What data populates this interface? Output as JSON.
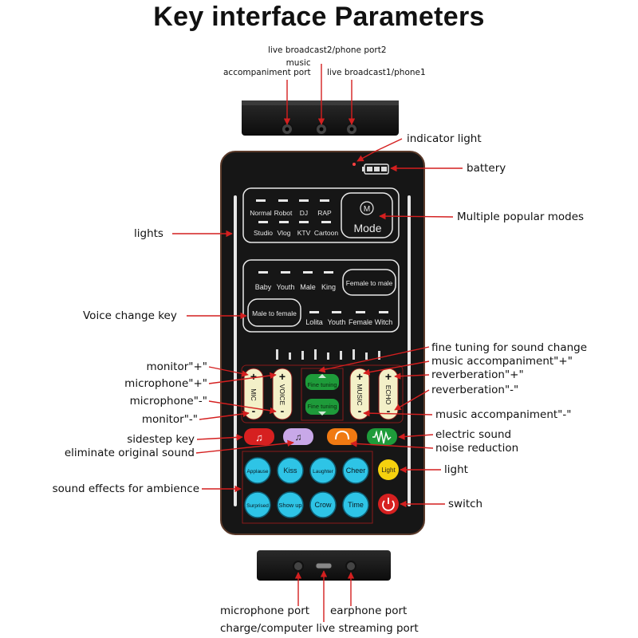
{
  "title": "Key interface Parameters",
  "top_ports": {
    "music": "music\naccompaniment port",
    "live2": "live broadcast2/phone port2",
    "live1": "live broadcast1/phone1"
  },
  "labels": {
    "indicator_light": "indicator light",
    "battery": "battery",
    "modes": "Multiple popular modes",
    "lights": "lights",
    "voice_change_key": "Voice change key",
    "fine_tuning_label": "fine tuning for sound change",
    "music_plus": "music accompaniment\"+\"",
    "reverb_plus": "reverberation\"+\"",
    "reverb_minus": "reverberation\"-\"",
    "music_minus": "music accompaniment\"-\"",
    "monitor_plus": "monitor\"+\"",
    "mic_plus": "microphone\"+\"",
    "mic_minus": "microphone\"-\"",
    "monitor_minus": "monitor\"-\"",
    "sidestep": "sidestep key",
    "eliminate": "eliminate original sound",
    "electric": "electric sound",
    "noise": "noise reduction",
    "light": "light",
    "ambience": "sound effects for ambience",
    "switch": "switch"
  },
  "bottom_ports": {
    "mic_port": "microphone port",
    "earphone_port": "earphone port",
    "charge_port": "charge/computer live streaming port"
  },
  "device": {
    "modes_row1": [
      "Normal",
      "Robot",
      "DJ",
      "RAP"
    ],
    "modes_row2": [
      "Studio",
      "Vlog",
      "KTV",
      "Cartoon"
    ],
    "mode_button": "Mode",
    "mode_icon": "M",
    "voices_row1": [
      "Baby",
      "Youth",
      "Male",
      "King"
    ],
    "female_to_male": "Female to male",
    "male_to_female": "Male to female",
    "voices_row2": [
      "Lolita",
      "Youth",
      "Female",
      "Witch"
    ],
    "knobs": {
      "mic": "MIC",
      "voice": "VOICE",
      "music": "MUSIC",
      "echo": "ECHO",
      "plus": "+",
      "minus": "-"
    },
    "fine_tuning": "Fine tuning",
    "effects_row1": [
      "Applause",
      "Kiss",
      "Laughter",
      "Cheer"
    ],
    "effects_row2": [
      "Surprised",
      "Show up",
      "Crow",
      "Time"
    ],
    "light_button": "Light",
    "colors": {
      "body": "#141414",
      "accent_red": "#d62020",
      "cream": "#f3f0c8",
      "green": "#1e9b3a",
      "cyan": "#2ec4e6",
      "yellow": "#f5d10e",
      "orange": "#f07a12",
      "purple": "#c8a8e8"
    },
    "icons": {
      "sidestep": "music-note-icon",
      "eliminate": "person-sing-icon",
      "noise": "headset-icon",
      "electric": "waveform-icon",
      "power": "power-icon"
    }
  }
}
